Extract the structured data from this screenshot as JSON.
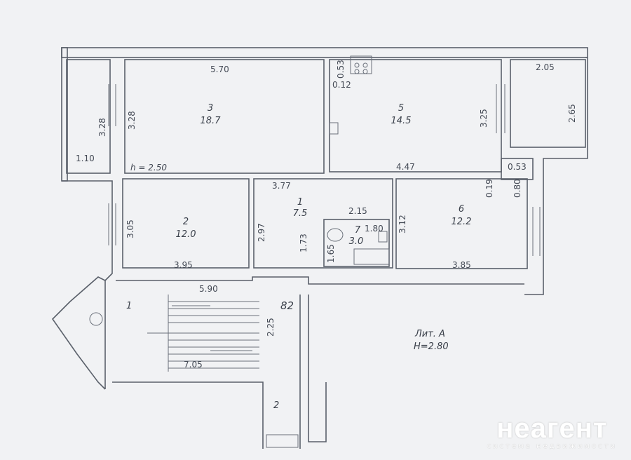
{
  "plan": {
    "title_label": "Лит. А",
    "height_label": "H=2.80",
    "rooms": [
      {
        "number": "3",
        "area": "18.7"
      },
      {
        "number": "5",
        "area": "14.5"
      },
      {
        "number": "2",
        "area": "12.0"
      },
      {
        "number": "1",
        "area": "7.5"
      },
      {
        "number": "7",
        "area": "3.0"
      },
      {
        "number": "6",
        "area": "12.2"
      }
    ],
    "stair_labels": [
      "1",
      "82",
      "2"
    ],
    "dimensions": {
      "d570": "5.70",
      "d328a": "3.28",
      "d328b": "3.28",
      "d110": "1.10",
      "h250": "h = 2.50",
      "d053a": "0.53",
      "d012": "0.12",
      "d325": "3.25",
      "d447": "4.47",
      "d205": "2.05",
      "d265": "2.65",
      "d053b": "0.53",
      "d019": "0.19",
      "d080": "0.80",
      "d305": "3.05",
      "d297": "2.97",
      "d395": "3.95",
      "d377": "3.77",
      "d215": "2.15",
      "d173": "1.73",
      "d180": "1.80",
      "d165": "1.65",
      "d312": "3.12",
      "d385": "3.85",
      "d590": "5.90",
      "d225": "2.25",
      "d705": "7.05"
    }
  },
  "watermark": {
    "brand": "неагент",
    "tagline": "система недвижимости"
  }
}
